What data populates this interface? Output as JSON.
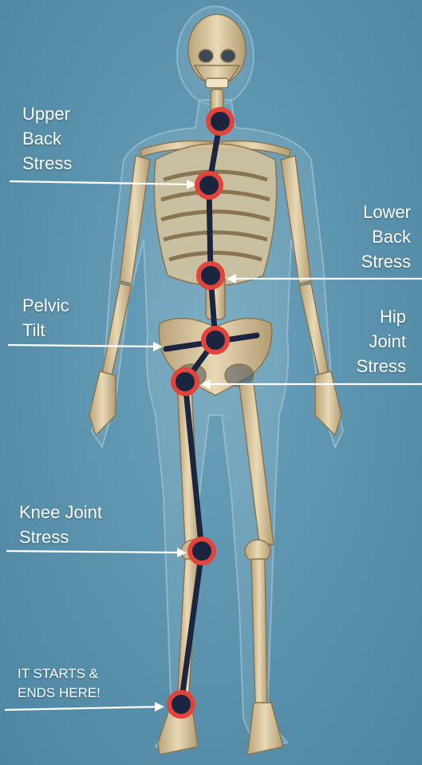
{
  "colors": {
    "background": "#5a92ad",
    "bone": "#d9c7a0",
    "alignment_line": "#1c2540",
    "marker_ring": "#e0443a",
    "marker_core": "#1c2540",
    "arrow": "#ffffff"
  },
  "labels": {
    "upper_back": [
      "Upper",
      "Back",
      "Stress"
    ],
    "lower_back": [
      "Lower",
      "Back",
      "Stress"
    ],
    "pelvic_tilt": [
      "Pelvic",
      "Tilt"
    ],
    "hip_joint": [
      "Hip",
      "Joint",
      "Stress"
    ],
    "knee_joint": [
      "Knee Joint",
      "Stress"
    ],
    "feet": [
      "IT STARTS &",
      "ENDS HERE!"
    ]
  },
  "icons": {
    "figure": "skeleton-figure-icon",
    "marker": "target-marker-icon",
    "arrow": "arrow-icon"
  }
}
